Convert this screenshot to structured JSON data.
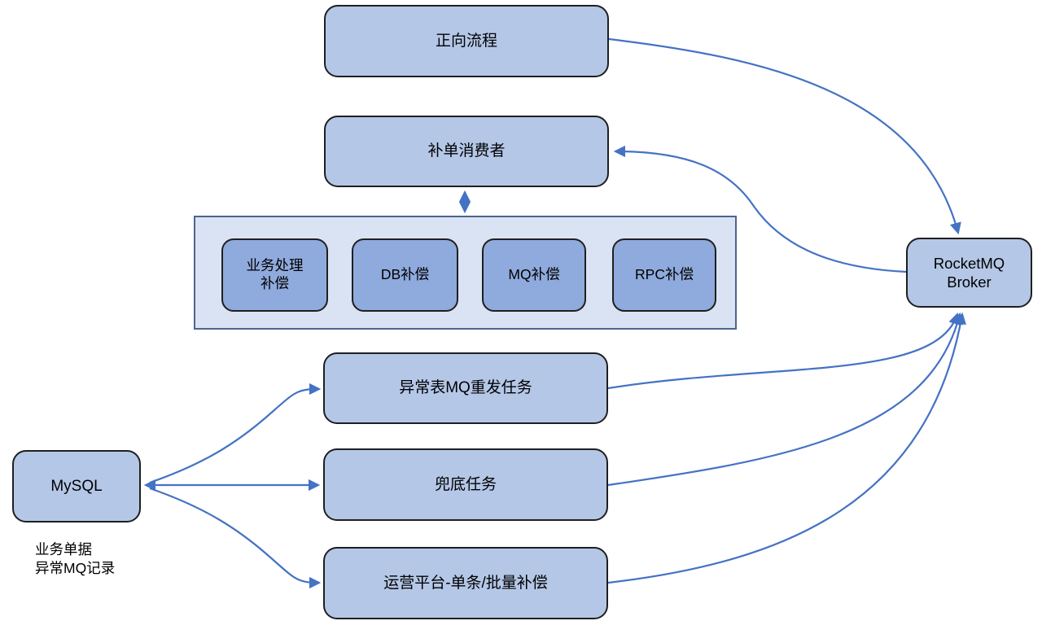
{
  "colors": {
    "node_fill": "#b4c7e7",
    "inner_node_fill": "#8faadc",
    "group_fill": "#dae3f3",
    "group_border": "#4d648e",
    "node_border": "#1f1f1f",
    "arrow": "#4472c4",
    "text": "#000000"
  },
  "nodes": {
    "forward_flow": {
      "label": "正向流程"
    },
    "replenish_consumer": {
      "label": "补单消费者"
    },
    "rocketmq_broker": {
      "label": "RocketMQ\nBroker"
    },
    "mysql": {
      "label": "MySQL"
    },
    "exception_resend_task": {
      "label": "异常表MQ重发任务"
    },
    "fallback_task": {
      "label": "兜底任务"
    },
    "ops_platform": {
      "label": "运营平台-单条/批量补偿"
    }
  },
  "compensation_group": {
    "items": [
      {
        "label": "业务处理\n补偿"
      },
      {
        "label": "DB补偿"
      },
      {
        "label": "MQ补偿"
      },
      {
        "label": "RPC补偿"
      }
    ]
  },
  "caption": {
    "text": "业务单据\n异常MQ记录"
  }
}
